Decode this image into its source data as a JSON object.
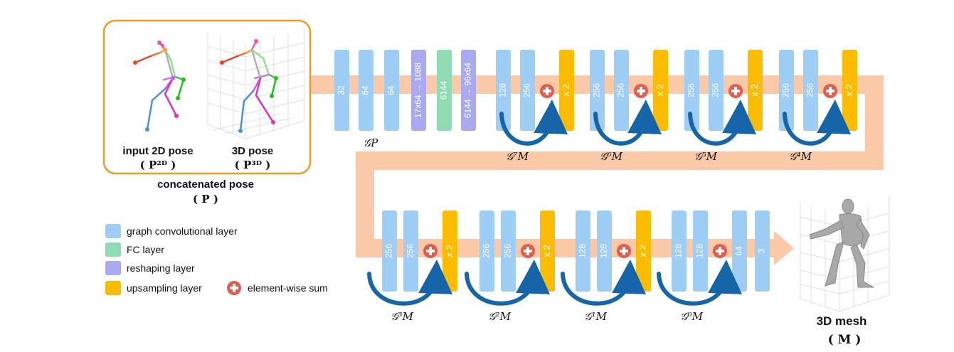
{
  "colors": {
    "graph_conv": "#9ecdf6",
    "fc": "#8fdcb4",
    "reshape": "#a9a9f0",
    "upsample": "#fcbc04",
    "flow": "#f9c9a8",
    "sum": "#e75a4c",
    "arrow": "#1565a8",
    "box_border": "#f39a22"
  },
  "input_panel": {
    "pose2d_label": "input 2D pose",
    "pose2d_sym": "( P²ᴰ )",
    "pose3d_label": "3D pose",
    "pose3d_sym": "( P³ᴰ )",
    "concat_label": "concatenated pose",
    "concat_sym": "( P )"
  },
  "encoder": {
    "layers": [
      {
        "type": "graph_conv",
        "text": "32"
      },
      {
        "type": "graph_conv",
        "text": "64"
      },
      {
        "type": "graph_conv",
        "text": "64"
      },
      {
        "type": "reshape",
        "text": "17x64 → 1088"
      },
      {
        "type": "fc",
        "text": "6144"
      },
      {
        "type": "reshape",
        "text": "6144 → 96x64"
      }
    ],
    "label": "𝒢P"
  },
  "blocks_top": [
    {
      "c1": "128",
      "c2": "256",
      "up": "x 2",
      "label": "𝒢⁷M"
    },
    {
      "c1": "256",
      "c2": "256",
      "up": "x 2",
      "label": "𝒢⁶M"
    },
    {
      "c1": "256",
      "c2": "256",
      "up": "x 2",
      "label": "𝒢⁵M"
    },
    {
      "c1": "256",
      "c2": "256",
      "up": "x 2",
      "label": "𝒢⁴M"
    }
  ],
  "blocks_bottom": [
    {
      "c1": "256",
      "c2": "256",
      "up": "x 2",
      "label": "𝒢³M"
    },
    {
      "c1": "256",
      "c2": "256",
      "up": "x 2",
      "label": "𝒢²M"
    },
    {
      "c1": "128",
      "c2": "128",
      "up": "x 2",
      "label": "𝒢¹M"
    },
    {
      "c1": "128",
      "c2": "128",
      "label": "𝒢⁰M"
    }
  ],
  "final_layers": [
    "64",
    "3"
  ],
  "output": {
    "label": "3D mesh",
    "sym": "( M )"
  },
  "legend": [
    {
      "key": "graph_conv",
      "text": "graph convolutional layer"
    },
    {
      "key": "fc",
      "text": "FC layer"
    },
    {
      "key": "reshape",
      "text": "reshaping layer"
    },
    {
      "key": "upsample",
      "text": "upsampling layer"
    },
    {
      "key": "sum",
      "text": "element-wise sum"
    }
  ]
}
